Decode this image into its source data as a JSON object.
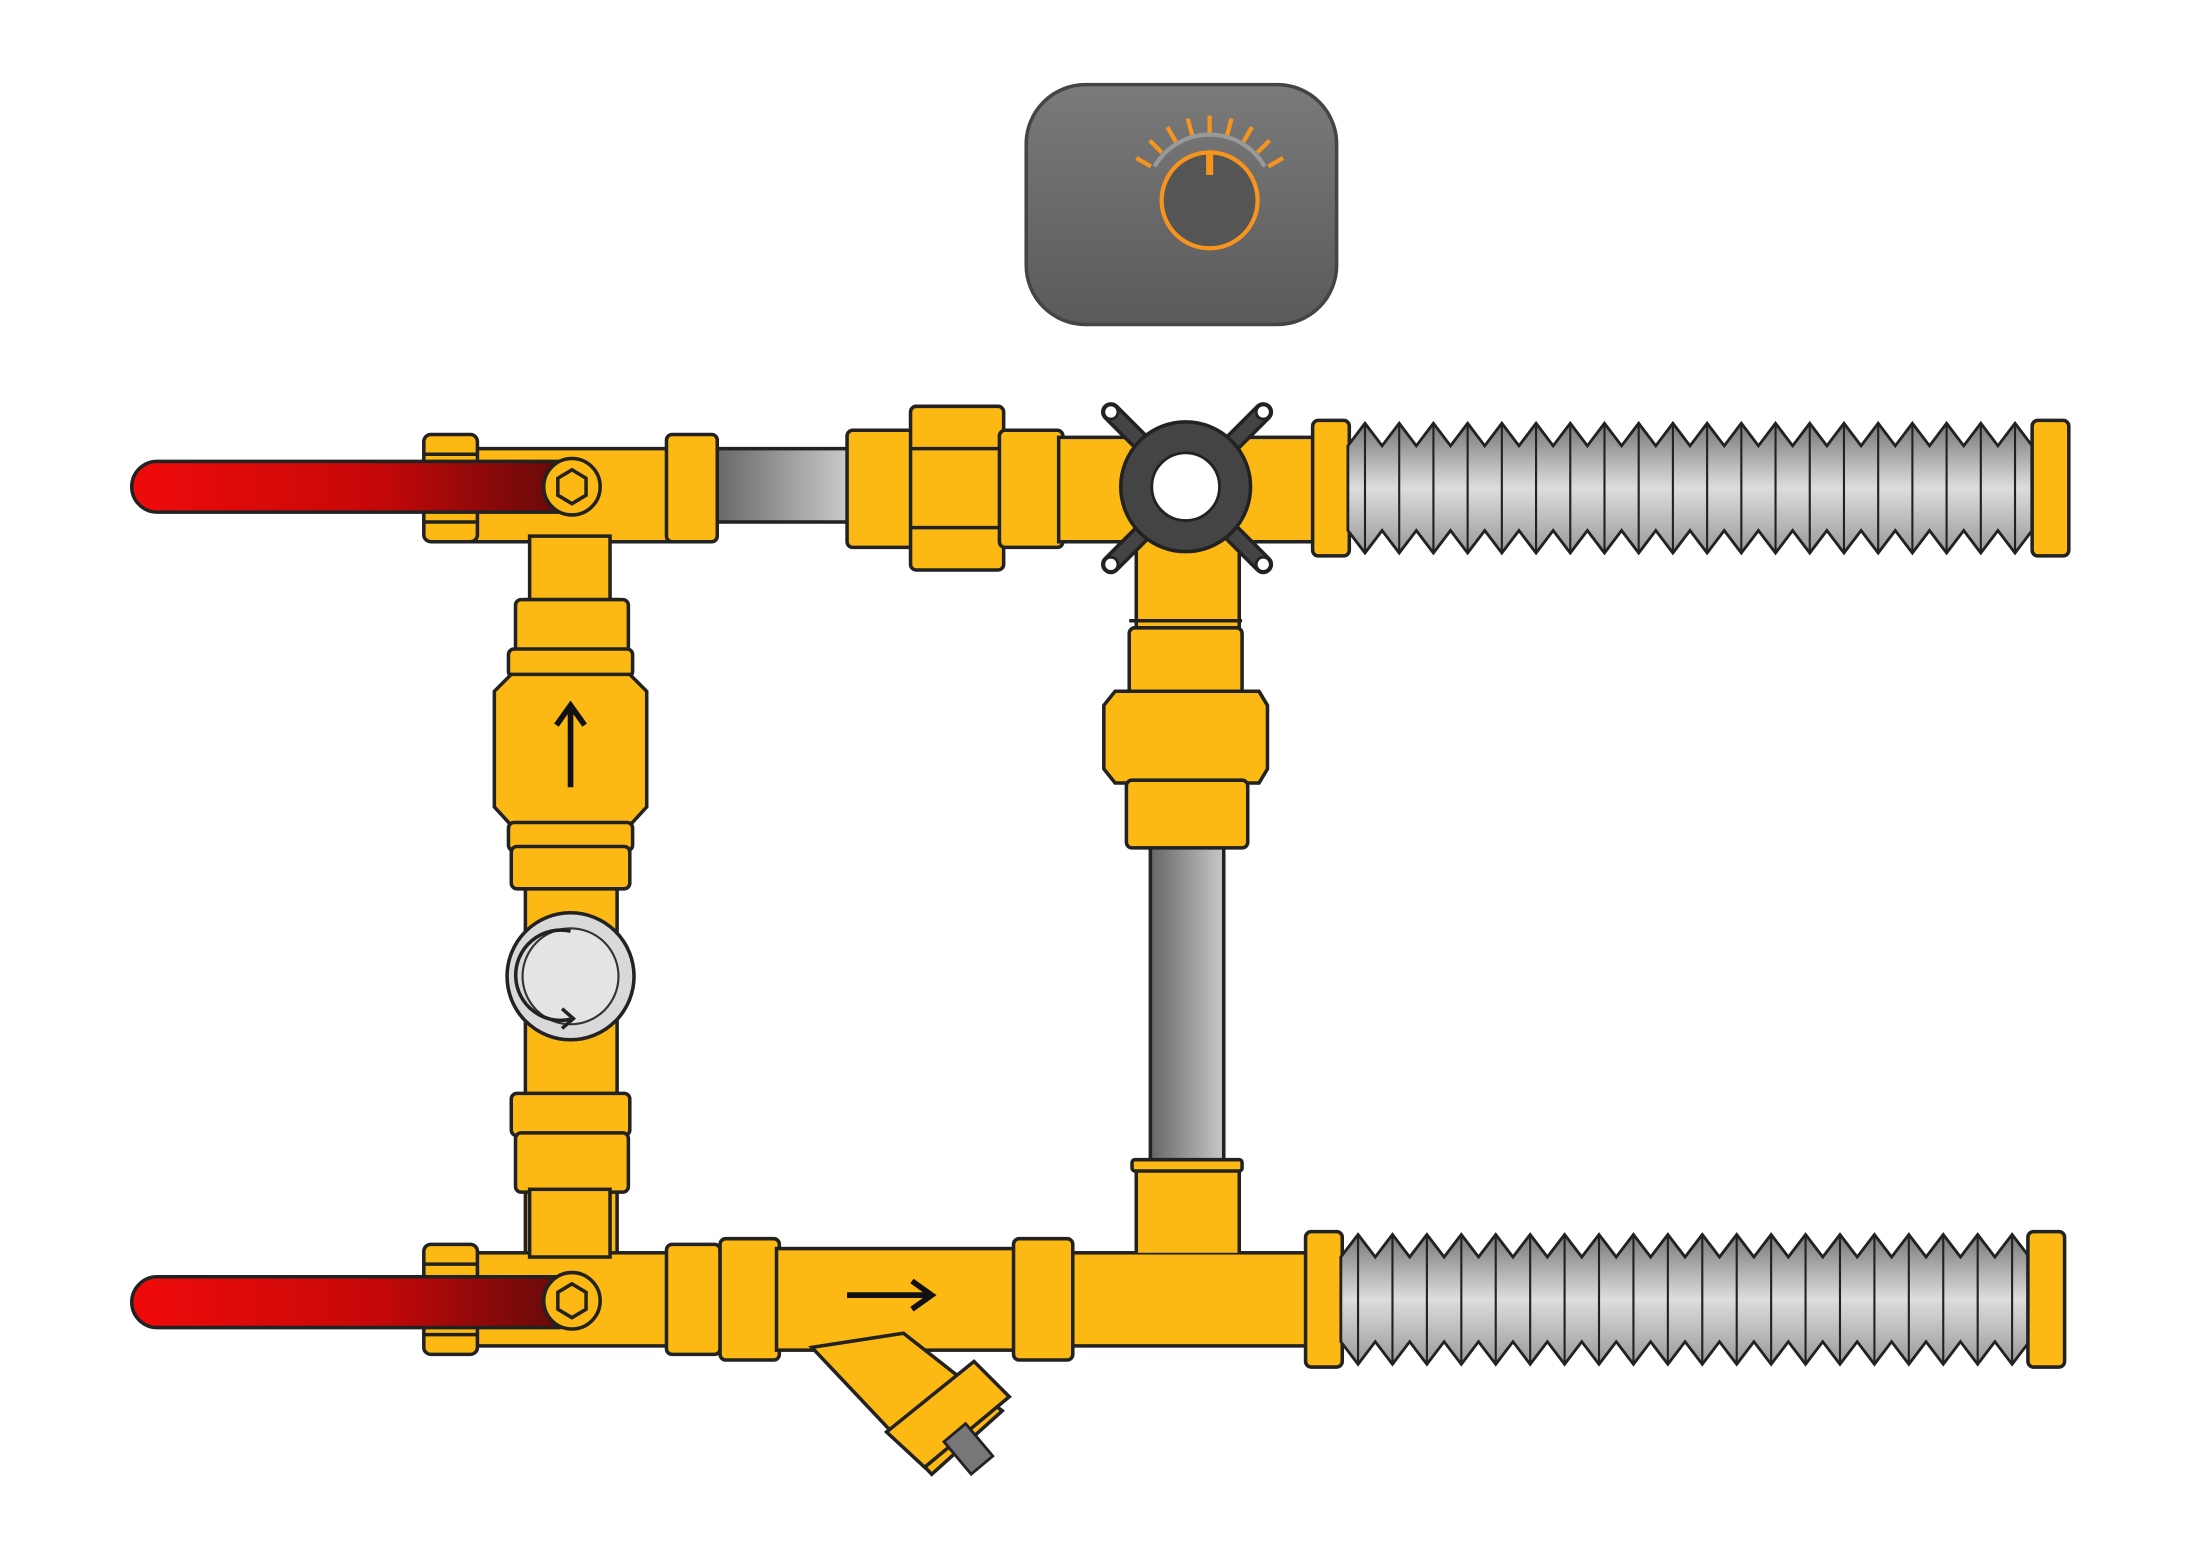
{
  "diagram": {
    "components": [
      {
        "name": "controller",
        "icon": "temperature-knob-icon"
      },
      {
        "name": "ball-valve-top",
        "icon": "lever-handle-icon"
      },
      {
        "name": "ball-valve-bottom",
        "icon": "lever-handle-icon"
      },
      {
        "name": "check-valve",
        "icon": "arrow-up-icon"
      },
      {
        "name": "circulation-pump",
        "icon": "rotation-arrow-icon"
      },
      {
        "name": "mixing-valve",
        "icon": "four-way-valve-icon"
      },
      {
        "name": "y-strainer",
        "icon": "arrow-right-icon"
      },
      {
        "name": "flex-hose-top"
      },
      {
        "name": "flex-hose-bottom"
      }
    ],
    "colors": {
      "brass": "#fdb913",
      "handle_red": "#e30613",
      "handle_dark": "#6b0a0a",
      "controller": "#666666",
      "knob_accent": "#f7941d",
      "pipe_gray": "#8a8a8a",
      "outline": "#222222"
    }
  }
}
